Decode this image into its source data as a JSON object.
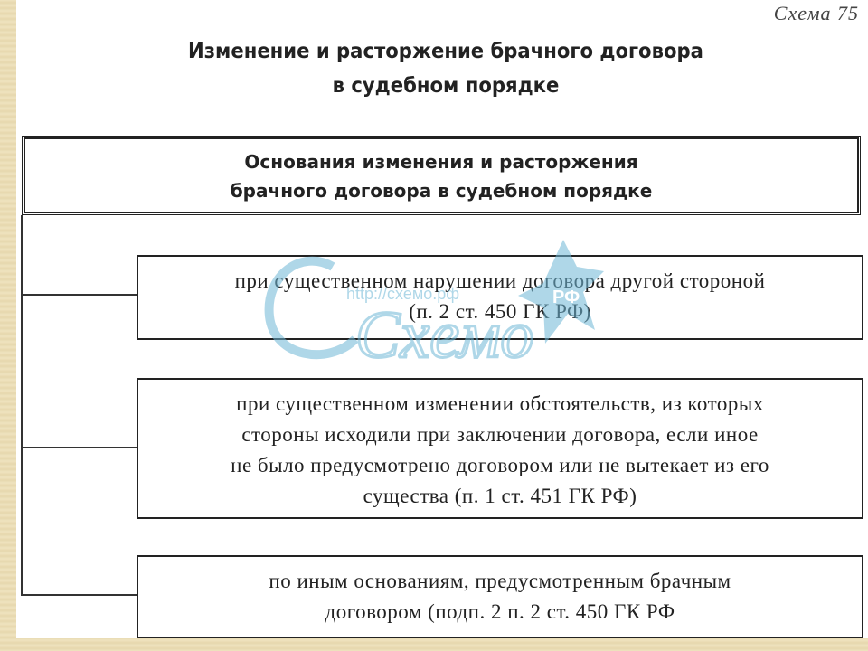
{
  "scheme_label": "Схема 75",
  "title": {
    "line1": "Изменение и расторжение брачного договора",
    "line2": "в судебном порядке"
  },
  "header": {
    "line1": "Основания изменения и расторжения",
    "line2": "брачного договора в судебном порядке"
  },
  "items": [
    {
      "lines": [
        "при существенном нарушении договора другой стороной",
        "(п. 2 ст. 450 ГК РФ)"
      ]
    },
    {
      "lines": [
        "при существенном изменении обстоятельств, из которых",
        "стороны исходили при заключении договора, если иное",
        "не было предусмотрено договором или не вытекает из его",
        "существа (п. 1 ст. 451 ГК РФ)"
      ]
    },
    {
      "lines": [
        "по иным основаниям, предусмотренным брачным",
        "договором (подп. 2 п. 2 ст. 450 ГК РФ"
      ]
    }
  ],
  "watermark": {
    "url": "http://схемо.рф",
    "logo_text": "Схемо",
    "logo_suffix": "РФ",
    "color": "#6fb8d6"
  }
}
